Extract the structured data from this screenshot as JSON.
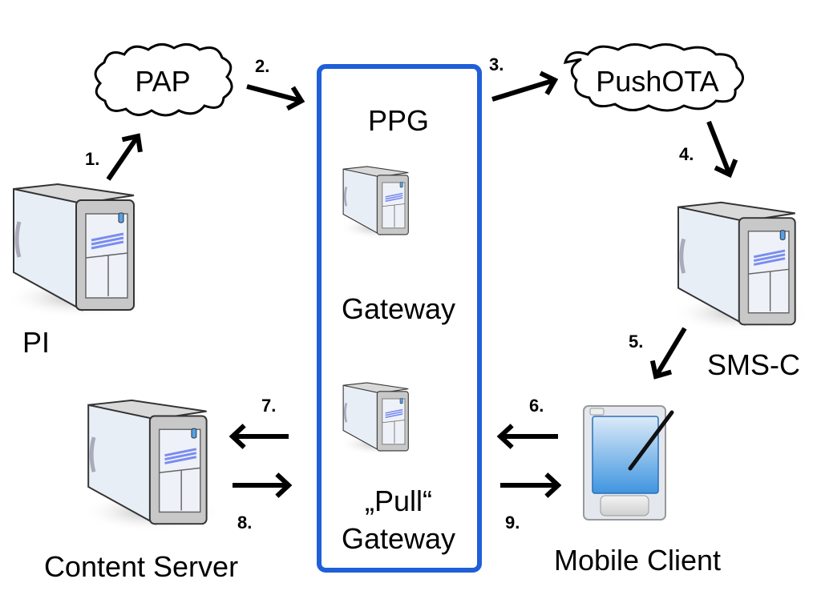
{
  "nodes": {
    "pi": "PI",
    "pap": "PAP",
    "ppg": "PPG",
    "gateway": "Gateway",
    "pull": "„Pull“",
    "pull_gateway": "Gateway",
    "pushota": "PushOTA",
    "smsc": "SMS-C",
    "content_server": "Content Server",
    "mobile_client": "Mobile Client"
  },
  "steps": [
    "1.",
    "2.",
    "3.",
    "4.",
    "5.",
    "6.",
    "7.",
    "8.",
    "9."
  ],
  "colors": {
    "ppg_box": "#1f5fd8",
    "server_stripes": "#7a8cf0",
    "screen": "#4a9ae0"
  }
}
